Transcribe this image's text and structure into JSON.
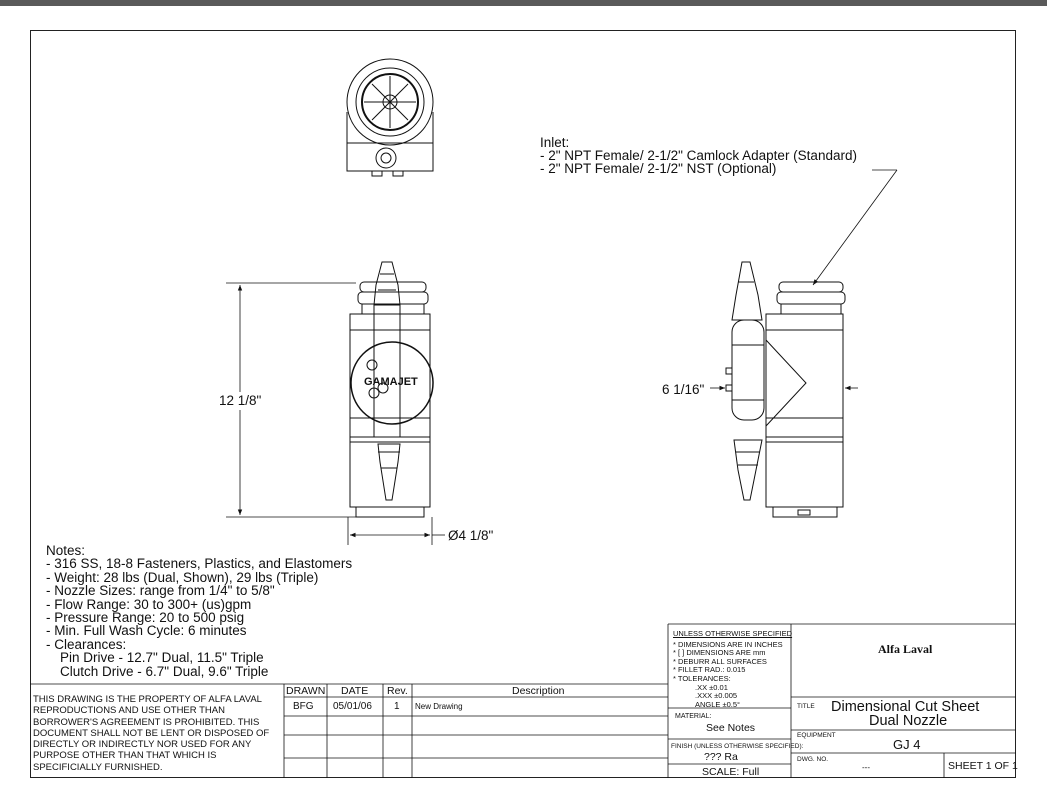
{
  "inlet": {
    "title": "Inlet:",
    "lines": [
      "- 2\" NPT Female/ 2-1/2\" Camlock Adapter (Standard)",
      "- 2\" NPT Female/ 2-1/2\" NST (Optional)"
    ]
  },
  "dimensions": {
    "height": "12 1/8\"",
    "diameter": "Ø4 1/8\"",
    "side": "6 1/16\""
  },
  "logo_text": "GAMAJET",
  "notes": {
    "title": "Notes:",
    "lines": [
      "- 316 SS, 18-8 Fasteners, Plastics, and Elastomers",
      "- Weight: 28 lbs (Dual, Shown), 29 lbs (Triple)",
      "- Nozzle Sizes: range from 1/4\" to 5/8\"",
      "- Flow Range: 30 to 300+ (us)gpm",
      "- Pressure Range: 20 to 500 psig",
      "- Min. Full Wash Cycle: 6 minutes",
      "- Clearances:",
      "Pin Drive - 12.7\" Dual, 11.5\" Triple",
      "Clutch Drive - 6.7\" Dual, 9.6\" Triple"
    ]
  },
  "property_notice": [
    "THIS DRAWING IS THE PROPERTY OF ALFA LAVAL",
    "REPRODUCTIONS AND USE OTHER THAN",
    "BORROWER'S AGREEMENT IS PROHIBITED. THIS",
    "DOCUMENT SHALL NOT BE LENT OR DISPOSED OF",
    "DIRECTLY OR INDIRECTLY NOR USED FOR ANY",
    "PURPOSE OTHER THAN THAT WHICH IS",
    "SPECIFICIALLY FURNISHED."
  ],
  "revision_table": {
    "headers": [
      "DRAWN",
      "DATE",
      "Rev.",
      "Description"
    ],
    "rows": [
      [
        "BFG",
        "05/01/06",
        "1",
        "New Drawing"
      ]
    ]
  },
  "tolerances": {
    "heading": "UNLESS OTHERWISE SPECIFIED",
    "lines": [
      "* DIMENSIONS ARE IN INCHES",
      "* [ ] DIMENSIONS ARE mm",
      "* DEBURR ALL SURFACES",
      "* FILLET RAD.: 0.015",
      "* TOLERANCES:",
      ".XX ±0.01",
      ".XXX ±0.005",
      "ANGLE ±0.5°"
    ]
  },
  "title_block": {
    "company": "Alfa Laval",
    "material_label": "MATERIAL:",
    "material_value": "See Notes",
    "finish_label": "FINISH (UNLESS OTHERWISE SPECIFIED):",
    "finish_value": "??? Ra",
    "scale": "SCALE: Full",
    "title_label": "TITLE",
    "title_line1": "Dimensional Cut Sheet",
    "title_line2": "Dual Nozzle",
    "equipment_label": "EQUIPMENT",
    "equipment_value": "GJ 4",
    "dwg_label": "DWG. NO.",
    "dwg_value": "---",
    "sheet": "SHEET  1 OF 1"
  }
}
